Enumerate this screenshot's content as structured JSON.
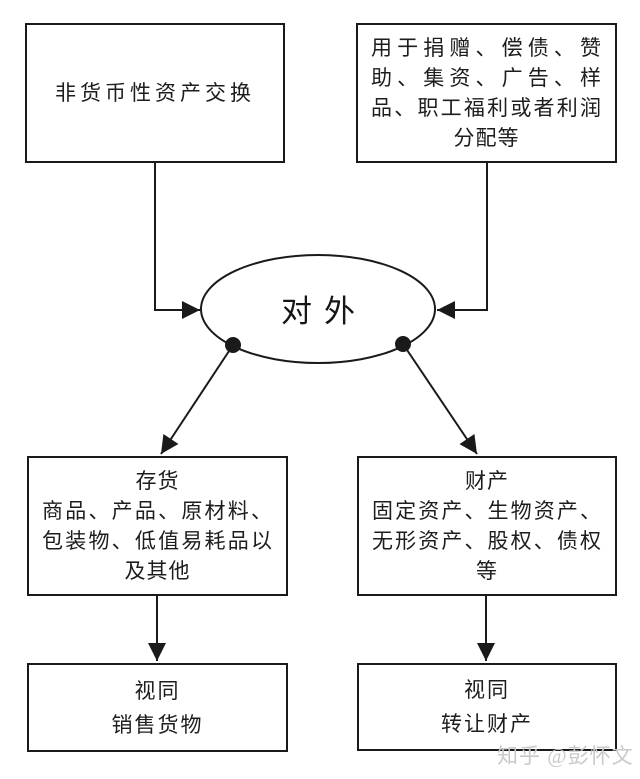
{
  "meta": {
    "background_color": "#ffffff",
    "line_color": "#1a1a1a",
    "text_color": "#1d1d1d",
    "watermark_color": "#c9c9c9"
  },
  "diagram": {
    "nodes": {
      "top_left": {
        "lines": [
          "非货币性资产交换"
        ]
      },
      "top_right": {
        "lines": [
          "用于捐赠、偿债、赞",
          "助、集资、广告、样",
          "品、职工福利或者利润",
          "分配等"
        ]
      },
      "center": {
        "label": "对外"
      },
      "mid_left": {
        "lines": [
          "存货",
          "商品、产品、原材料、",
          "包装物、低值易耗品以",
          "及其他"
        ]
      },
      "mid_right": {
        "lines": [
          "财产",
          "固定资产、生物资产、",
          "无形资产、股权、债权",
          "等"
        ]
      },
      "bottom_left": {
        "lines": [
          "视同",
          "销售货物"
        ]
      },
      "bottom_right": {
        "lines": [
          "视同",
          "转让财产"
        ]
      }
    },
    "watermark": "知乎 @彭怀文"
  }
}
